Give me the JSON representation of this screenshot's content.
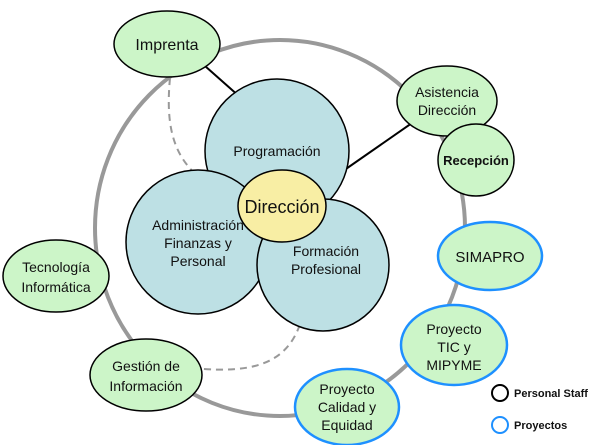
{
  "colors": {
    "staff": "#ccf5c8",
    "core": "#bde0e4",
    "center": "#f8eea4",
    "project_border": "#1e90ff",
    "ring": "#999999"
  },
  "nodes": {
    "imprenta": [
      "Imprenta"
    ],
    "asistencia": [
      "Asistencia",
      "Dirección"
    ],
    "recepcion": [
      "Recepción"
    ],
    "programacion": [
      "Programación"
    ],
    "administracion": [
      "Administración",
      "Finanzas y",
      "Personal"
    ],
    "formacion": [
      "Formación",
      "Profesional"
    ],
    "direccion": [
      "Dirección"
    ],
    "simapro": [
      "SIMAPRO"
    ],
    "tic": [
      "Proyecto",
      "TIC y",
      "MIPYME"
    ],
    "calidad": [
      "Proyecto",
      "Calidad y",
      "Equidad"
    ],
    "tecnologia": [
      "Tecnología",
      "Informática"
    ],
    "gestion": [
      "Gestión de",
      "Información"
    ]
  },
  "legend": {
    "staff": "Personal Staff",
    "projects": "Proyectos"
  }
}
